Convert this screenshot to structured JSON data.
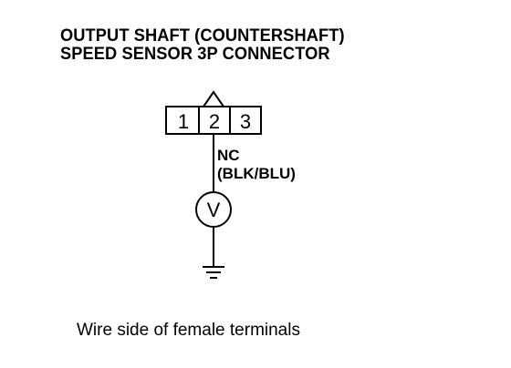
{
  "title": {
    "line1": "OUTPUT SHAFT (COUNTERSHAFT)",
    "line2": "SPEED SENSOR 3P CONNECTOR"
  },
  "connector": {
    "terminals": [
      "1",
      "2",
      "3"
    ]
  },
  "wire": {
    "name": "NC",
    "color": "(BLK/BLU)"
  },
  "meter": {
    "symbol": "V"
  },
  "caption": "Wire side of female terminals"
}
